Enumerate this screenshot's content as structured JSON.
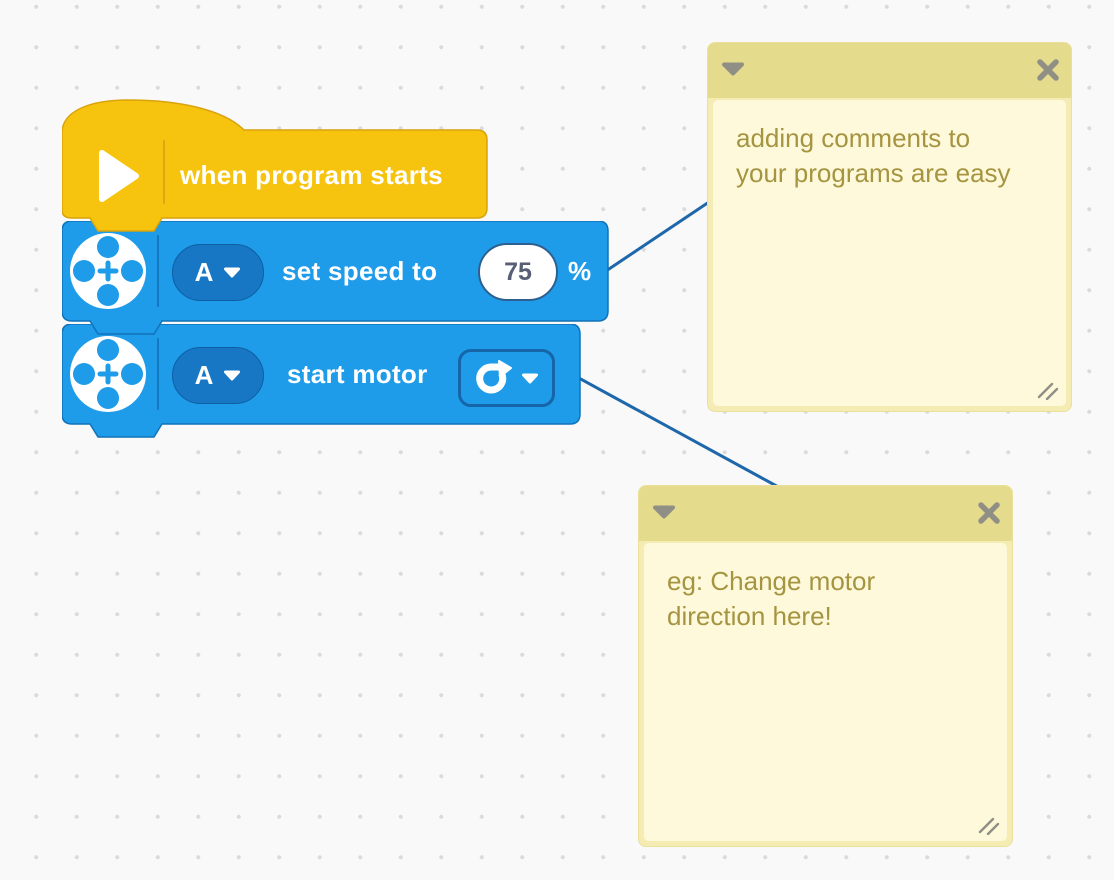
{
  "hat_block": {
    "label": "when program starts"
  },
  "speed_block": {
    "port": "A",
    "label": "set speed to",
    "value": "75",
    "unit": "%"
  },
  "motor_block": {
    "port": "A",
    "label": "start motor",
    "direction": "clockwise"
  },
  "comments": {
    "first": {
      "text": "adding comments to\nyour programs are easy"
    },
    "second": {
      "text": "eg: Change motor\ndirection here!"
    }
  },
  "icons": {
    "hat": "play-icon",
    "motor": "motor-icon",
    "direction": "rotate-cw-icon",
    "collapse": "triangle-down-icon",
    "close": "close-icon",
    "resize": "resize-handle-icon"
  },
  "colors": {
    "hat_yellow": "#F6C40E",
    "motor_blue": "#1E9BE9",
    "port_pill_blue": "#1877C5",
    "comment_header": "#E5DB8D",
    "comment_body": "#FEF9DB",
    "comment_text": "#A59440",
    "connector_blue": "#1D67AA",
    "value_text": "#575E75",
    "canvas_bg": "#F9F9F9"
  }
}
